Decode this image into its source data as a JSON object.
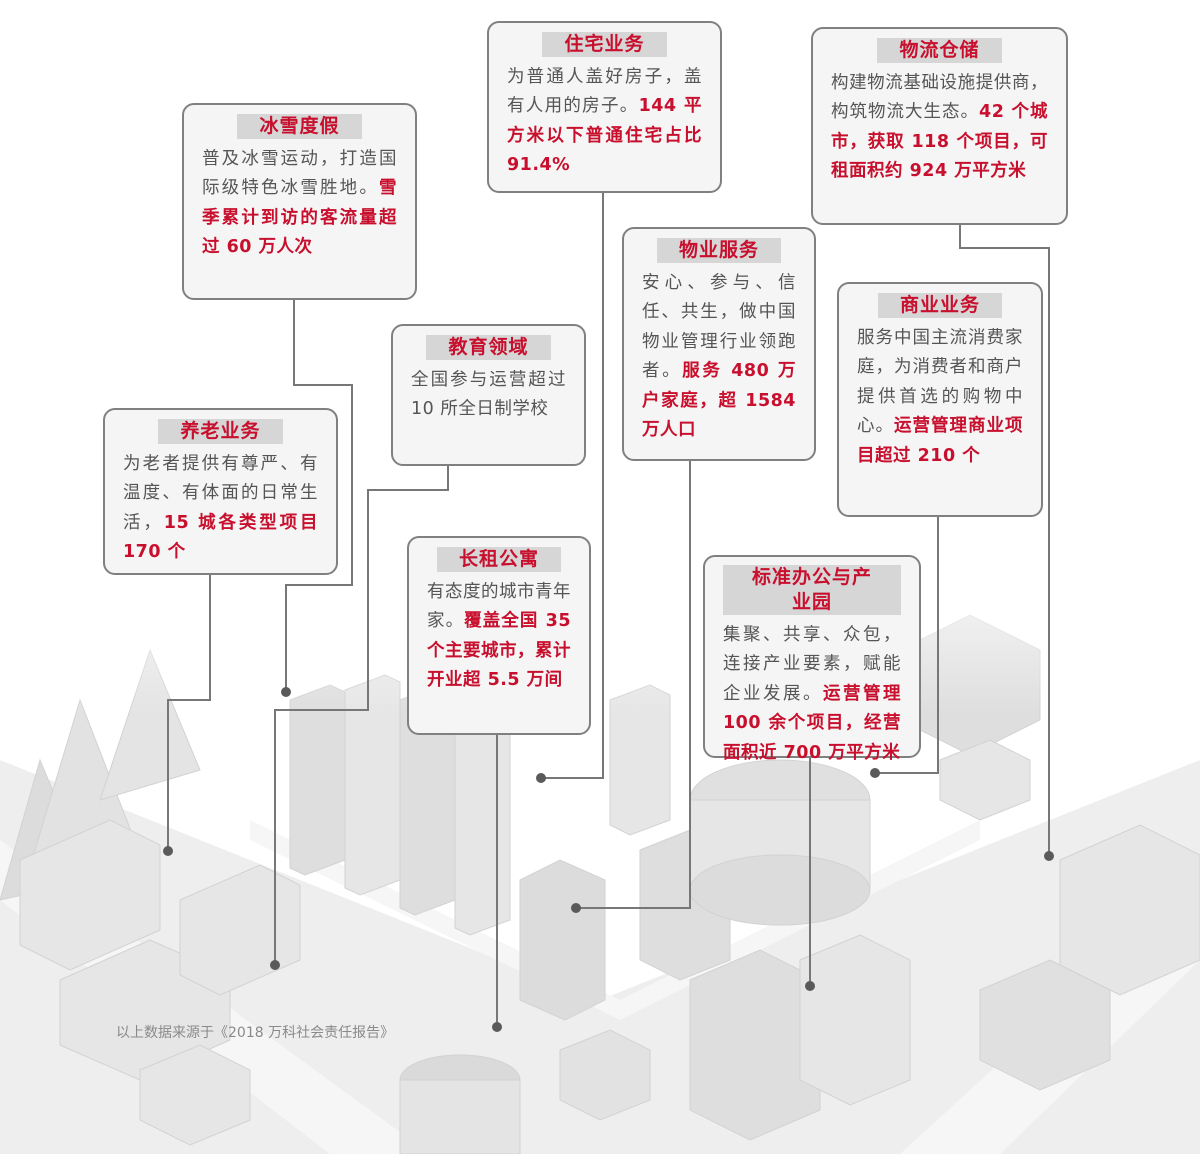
{
  "cards": {
    "snow": {
      "title": "冰雪度假",
      "text": "普及冰雪运动，打造国际级特色冰雪胜地。",
      "highlight": "雪季累计到访的客流量超过 60 万人次"
    },
    "residential": {
      "title": "住宅业务",
      "text": "为普通人盖好房子，盖有人用的房子。",
      "highlight": "144 平方米以下普通住宅占比 91.4%"
    },
    "logistics": {
      "title": "物流仓储",
      "text": "构建物流基础设施提供商，构筑物流大生态。",
      "highlight": "42 个城市，获取 118 个项目，可租面积约 924 万平方米"
    },
    "property": {
      "title": "物业服务",
      "text": "安心、参与、信任、共生，做中国物业管理行业领跑者。",
      "highlight": "服务 480 万户家庭，超 1584 万人口"
    },
    "education": {
      "title": "教育领域",
      "text": "全国参与运营超过 10 所全日制学校",
      "highlight": ""
    },
    "commercial": {
      "title": "商业业务",
      "text": "服务中国主流消费家庭，为消费者和商户提供首选的购物中心。",
      "highlight": "运营管理商业项目超过 210 个"
    },
    "elderly": {
      "title": "养老业务",
      "text": "为老者提供有尊严、有温度、有体面的日常生活，",
      "highlight": "15 城各类型项目 170 个"
    },
    "rental": {
      "title": "长租公寓",
      "text": "有态度的城市青年家。",
      "highlight": "覆盖全国 35 个主要城市，累计开业超 5.5 万间"
    },
    "office": {
      "title": "标准办公与产业园",
      "text": "集聚、共享、众包，连接产业要素，赋能企业发展。",
      "highlight": "运营管理 100 余个项目，经营面积近 700 万平方米"
    }
  },
  "source_note": "以上数据来源于《2018 万科社会责任报告》",
  "colors": {
    "accent": "#c8102e",
    "card_bg": "#f5f5f5",
    "card_border": "#808080",
    "title_bg": "#d6d6d6",
    "connector": "#777777",
    "body_text": "#555555"
  }
}
